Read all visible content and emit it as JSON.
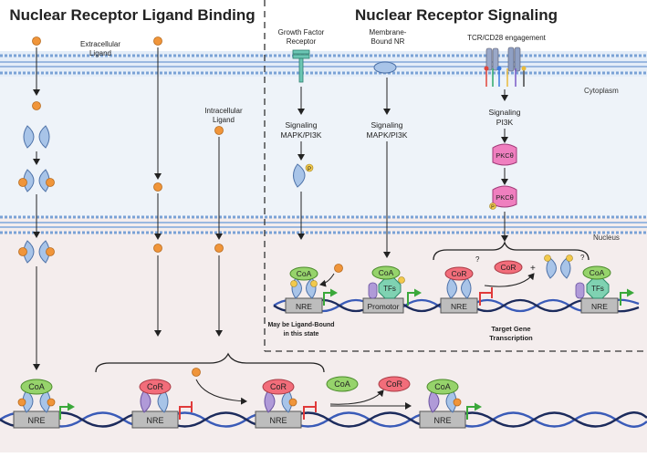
{
  "titles": {
    "left": "Nuclear Receptor Ligand Binding",
    "right": "Nuclear Receptor Signaling"
  },
  "labels": {
    "extracellular_ligand_1": "Extracellular",
    "extracellular_ligand_2": "Ligand",
    "intracellular_ligand_1": "Intracellular",
    "intracellular_ligand_2": "Ligand",
    "growth_factor_1": "Growth Factor",
    "growth_factor_2": "Receptor",
    "membrane_nr_1": "Membrane-",
    "membrane_nr_2": "Bound NR",
    "tcr": "TCR/CD28 engagement",
    "cytoplasm": "Cytoplasm",
    "nucleus": "Nucleus",
    "signaling_1a": "Signaling",
    "signaling_1b": "MAPK/PI3K",
    "signaling_2a": "Signaling",
    "signaling_2b": "MAPK/PI3K",
    "signaling_3a": "Signaling",
    "signaling_3b": "PI3K",
    "pkc_1": "PKCθ",
    "pkc_2": "PKCθ",
    "phospho": "P",
    "question": "?",
    "plus": "+",
    "coa": "CoA",
    "cor": "CoR",
    "nre": "NRE",
    "tfs": "TFs",
    "promotor": "Promotor",
    "ligand_bound_1": "May be Ligand-Bound",
    "ligand_bound_2": "in this state",
    "target_gene_1": "Target Gene",
    "target_gene_2": "Transcription"
  },
  "colors": {
    "ligand": "#f0953a",
    "receptor": "#a8c4e8",
    "receptor_dark": "#4e72a8",
    "coa": "#96d36b",
    "cor": "#f26d7a",
    "tfs": "#7fd2b2",
    "purple": "#b09ad8",
    "pkc": "#ef7fbf",
    "phospho": "#f2c94c",
    "membrane": "#7aa2d6",
    "cytoplasm_bg": "#eef3f9",
    "nucleus_bg": "#f4eded",
    "nre_box": "#bdbdbd",
    "dna_blue": "#3a5bb8",
    "dna_navy": "#1c2b5c",
    "inhibit": "#e03a3a",
    "activate": "#3aa83a"
  }
}
